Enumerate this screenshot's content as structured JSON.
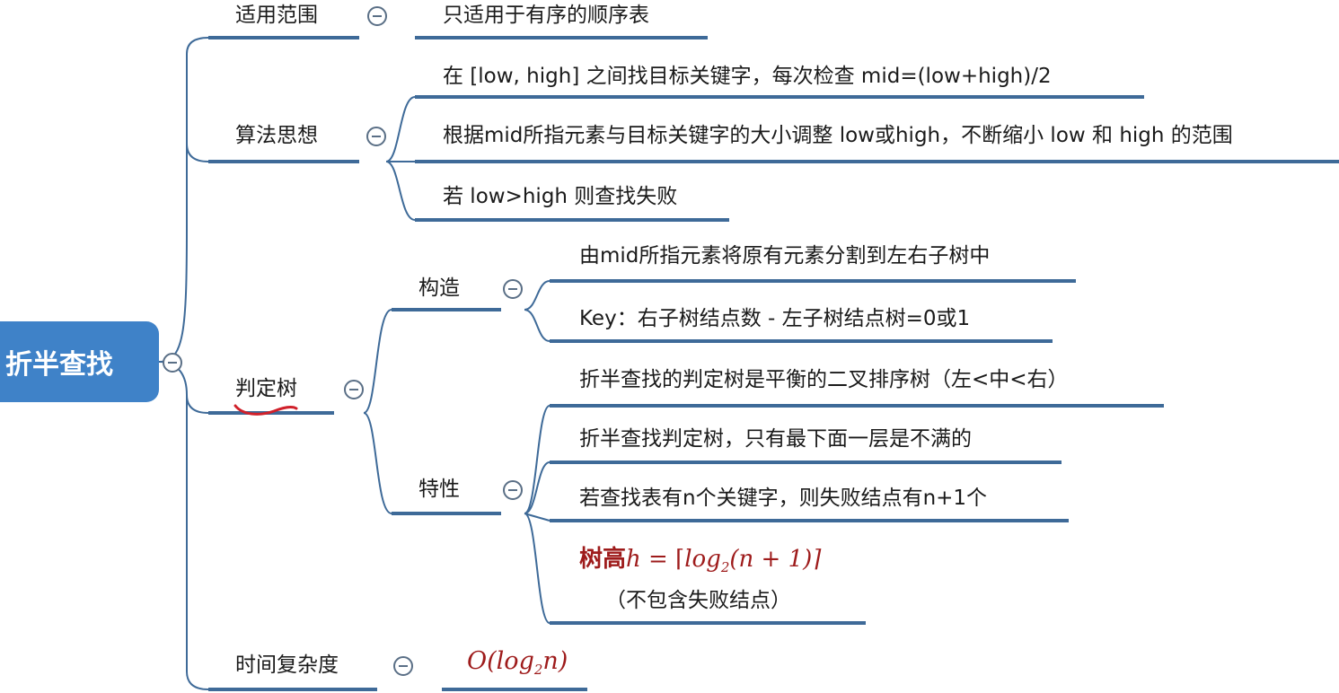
{
  "root": {
    "label": "折半查找"
  },
  "branches": {
    "scope": {
      "label": "适用范围",
      "items": [
        "只适用于有序的顺序表"
      ]
    },
    "idea": {
      "label": "算法思想",
      "items": [
        "在 [low, high] 之间找目标关键字，每次检查 mid=(low+high)/2",
        "根据mid所指元素与目标关键字的大小调整 low或high，不断缩小 low 和 high 的范围",
        "若 low>high 则查找失败"
      ]
    },
    "tree": {
      "label": "判定树",
      "construct": {
        "label": "构造",
        "items": [
          "由mid所指元素将原有元素分割到左右子树中",
          "Key：右子树结点数 - 左子树结点树=0或1"
        ]
      },
      "props": {
        "label": "特性",
        "items": [
          "折半查找的判定树是平衡的二叉排序树（左<中<右）",
          "折半查找判定树，只有最下面一层是不满的",
          "若查找表有n个关键字，则失败结点有n+1个"
        ],
        "height": {
          "prefix": "树高",
          "var": "h",
          "eq": " = ⌈",
          "log": "log",
          "base": "2",
          "arg": "(n + 1)⌉",
          "note": "（不包含失败结点）"
        }
      }
    },
    "complexity": {
      "label": "时间复杂度",
      "o": "O(",
      "log": "log",
      "base": "2",
      "n": "n)"
    }
  },
  "colors": {
    "line": "#3e6a98",
    "underline": "#3e6a98",
    "root": "#3f82c8",
    "formula": "#9e1b1b",
    "mark": "#d0202a"
  }
}
